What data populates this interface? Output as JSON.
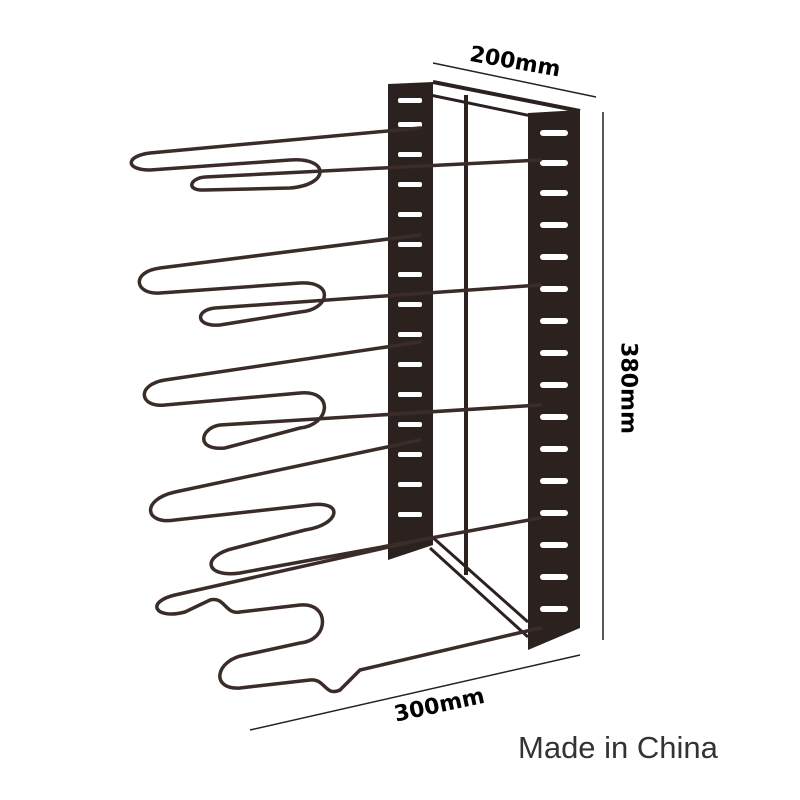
{
  "dimensions": {
    "width": "200mm",
    "height": "380mm",
    "depth": "300mm"
  },
  "origin_text": "Made in China",
  "colors": {
    "rack_frame": "#2b2220",
    "rack_wire": "#3a2c28",
    "dimension_line": "#222222"
  }
}
